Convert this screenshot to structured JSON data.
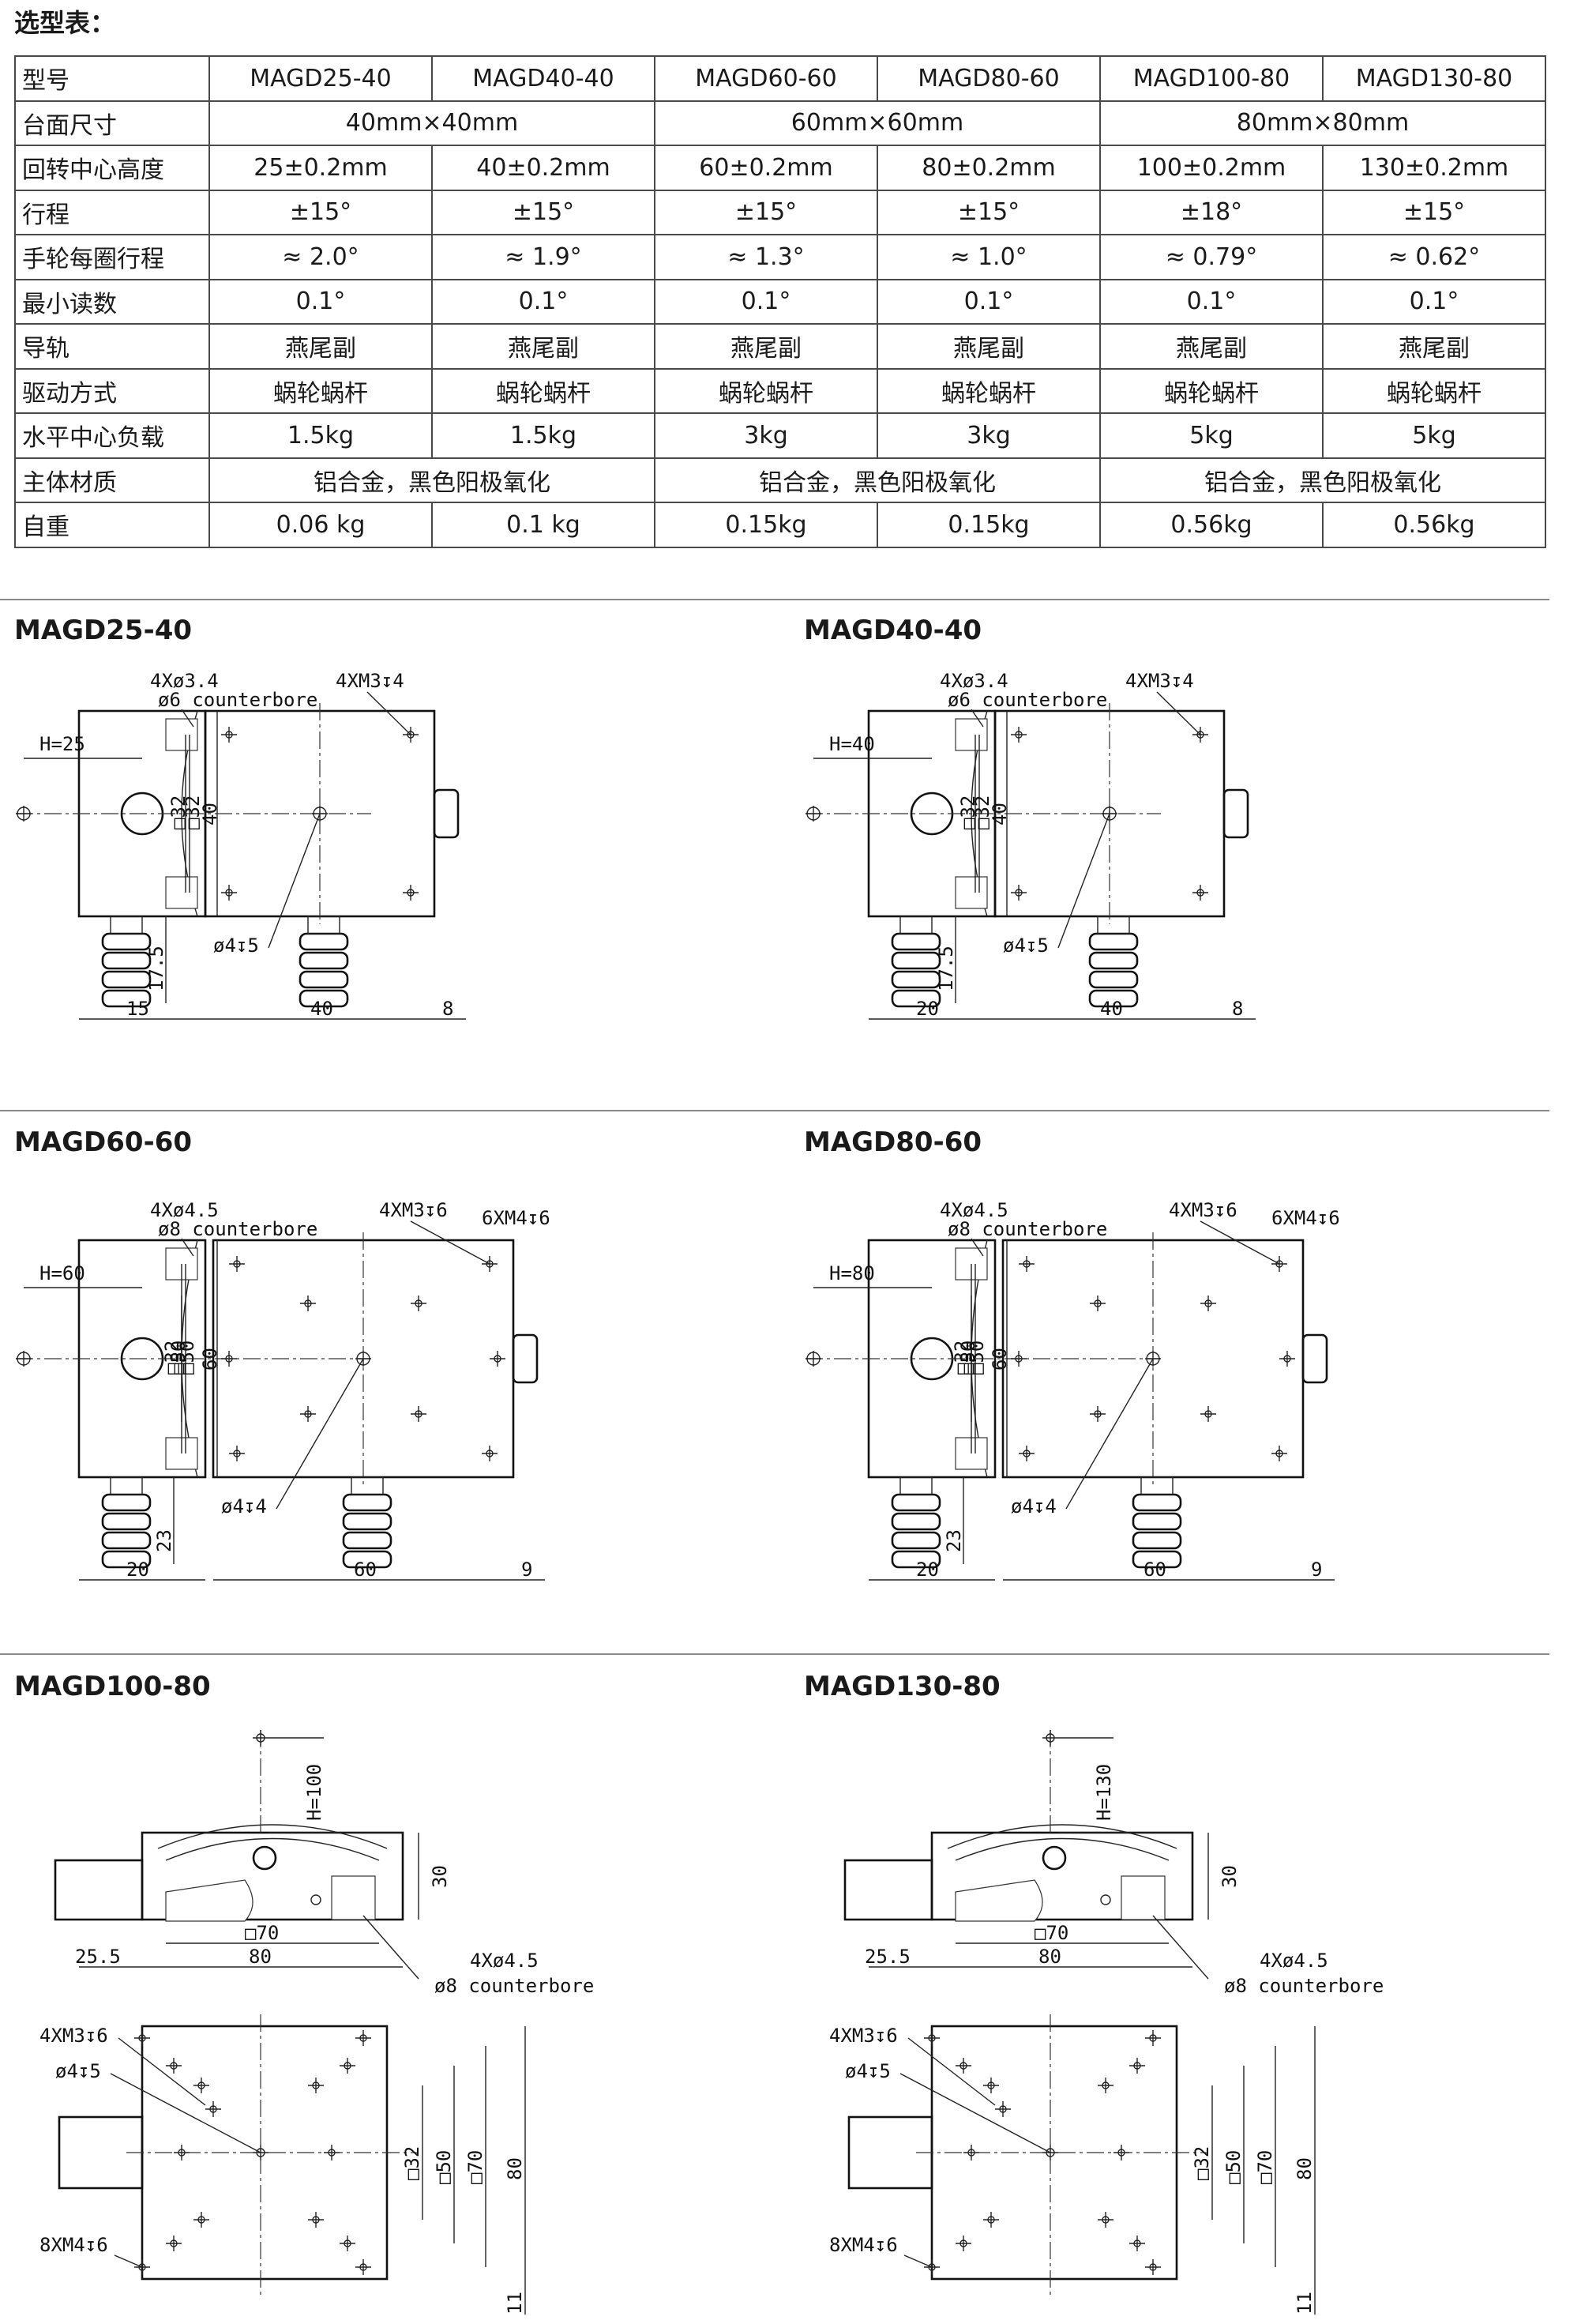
{
  "title": "选型表：",
  "spec_table": {
    "headers": [
      "型号",
      "MAGD25-40",
      "MAGD40-40",
      "MAGD60-60",
      "MAGD80-60",
      "MAGD100-80",
      "MAGD130-80"
    ],
    "rows": [
      {
        "label": "台面尺寸",
        "cells": [
          {
            "text": "40mm×40mm",
            "span": 2
          },
          {
            "text": "60mm×60mm",
            "span": 2
          },
          {
            "text": "80mm×80mm",
            "span": 2
          }
        ]
      },
      {
        "label": "回转中心高度",
        "cells": [
          {
            "text": "25±0.2mm",
            "span": 1
          },
          {
            "text": "40±0.2mm",
            "span": 1
          },
          {
            "text": "60±0.2mm",
            "span": 1
          },
          {
            "text": "80±0.2mm",
            "span": 1
          },
          {
            "text": "100±0.2mm",
            "span": 1
          },
          {
            "text": "130±0.2mm",
            "span": 1
          }
        ]
      },
      {
        "label": "行程",
        "cells": [
          {
            "text": "±15°",
            "span": 1
          },
          {
            "text": "±15°",
            "span": 1
          },
          {
            "text": "±15°",
            "span": 1
          },
          {
            "text": "±15°",
            "span": 1
          },
          {
            "text": "±18°",
            "span": 1
          },
          {
            "text": "±15°",
            "span": 1
          }
        ]
      },
      {
        "label": "手轮每圈行程",
        "cells": [
          {
            "text": "≈ 2.0°",
            "span": 1
          },
          {
            "text": "≈ 1.9°",
            "span": 1
          },
          {
            "text": "≈ 1.3°",
            "span": 1
          },
          {
            "text": "≈ 1.0°",
            "span": 1
          },
          {
            "text": "≈ 0.79°",
            "span": 1
          },
          {
            "text": "≈ 0.62°",
            "span": 1
          }
        ]
      },
      {
        "label": "最小读数",
        "cells": [
          {
            "text": "0.1°",
            "span": 1
          },
          {
            "text": "0.1°",
            "span": 1
          },
          {
            "text": "0.1°",
            "span": 1
          },
          {
            "text": "0.1°",
            "span": 1
          },
          {
            "text": "0.1°",
            "span": 1
          },
          {
            "text": "0.1°",
            "span": 1
          }
        ]
      },
      {
        "label": "导轨",
        "cells": [
          {
            "text": "燕尾副",
            "span": 1
          },
          {
            "text": "燕尾副",
            "span": 1
          },
          {
            "text": "燕尾副",
            "span": 1
          },
          {
            "text": "燕尾副",
            "span": 1
          },
          {
            "text": "燕尾副",
            "span": 1
          },
          {
            "text": "燕尾副",
            "span": 1
          }
        ]
      },
      {
        "label": "驱动方式",
        "cells": [
          {
            "text": "蜗轮蜗杆",
            "span": 1
          },
          {
            "text": "蜗轮蜗杆",
            "span": 1
          },
          {
            "text": "蜗轮蜗杆",
            "span": 1
          },
          {
            "text": "蜗轮蜗杆",
            "span": 1
          },
          {
            "text": "蜗轮蜗杆",
            "span": 1
          },
          {
            "text": "蜗轮蜗杆",
            "span": 1
          }
        ]
      },
      {
        "label": "水平中心负载",
        "cells": [
          {
            "text": "1.5kg",
            "span": 1
          },
          {
            "text": "1.5kg",
            "span": 1
          },
          {
            "text": "3kg",
            "span": 1
          },
          {
            "text": "3kg",
            "span": 1
          },
          {
            "text": "5kg",
            "span": 1
          },
          {
            "text": "5kg",
            "span": 1
          }
        ]
      },
      {
        "label": "主体材质",
        "cells": [
          {
            "text": "铝合金，黑色阳极氧化",
            "span": 2
          },
          {
            "text": "铝合金，黑色阳极氧化",
            "span": 2
          },
          {
            "text": "铝合金，黑色阳极氧化",
            "span": 2
          }
        ]
      },
      {
        "label": "自重",
        "cells": [
          {
            "text": "0.06 kg",
            "span": 1
          },
          {
            "text": "0.1 kg",
            "span": 1
          },
          {
            "text": "0.15kg",
            "span": 1
          },
          {
            "text": "0.15kg",
            "span": 1
          },
          {
            "text": "0.56kg",
            "span": 1
          },
          {
            "text": "0.56kg",
            "span": 1
          }
        ]
      }
    ]
  },
  "drawings": [
    {
      "model": "MAGD25-40",
      "labels": {
        "holes": "4Xø3.4",
        "counterbore": "ø6 counterbore",
        "thread": "4XM3↧4",
        "H": "H=25",
        "sq_left": "□32",
        "h": "40",
        "sq_right": "□32",
        "pin": "ø4↧5",
        "low": "17.5",
        "w_left": "15",
        "w_mid": "40",
        "w_right": "8"
      }
    },
    {
      "model": "MAGD40-40",
      "labels": {
        "holes": "4Xø3.4",
        "counterbore": "ø6 counterbore",
        "thread": "4XM3↧4",
        "H": "H=40",
        "sq_left": "□32",
        "h": "40",
        "sq_right": "□32",
        "pin": "ø4↧5",
        "low": "17.5",
        "w_left": "20",
        "w_mid": "40",
        "w_right": "8"
      }
    },
    {
      "model": "MAGD60-60",
      "labels": {
        "holes": "4Xø4.5",
        "counterbore": "ø8 counterbore",
        "thread": "4XM3↧6",
        "thread2": "6XM4↧6",
        "H": "H=60",
        "sq_left": "□50",
        "h": "60",
        "sq_right": "□50",
        "sq_inner": "□32",
        "pin": "ø4↧4",
        "low": "23",
        "w_left": "20",
        "w_mid": "60",
        "w_right": "9"
      }
    },
    {
      "model": "MAGD80-60",
      "labels": {
        "holes": "4Xø4.5",
        "counterbore": "ø8 counterbore",
        "thread": "4XM3↧6",
        "thread2": "6XM4↧6",
        "H": "H=80",
        "sq_left": "□50",
        "h": "60",
        "sq_right": "□50",
        "sq_inner": "□32",
        "pin": "ø4↧4",
        "low": "23",
        "w_left": "20",
        "w_mid": "60",
        "w_right": "9"
      }
    },
    {
      "model": "MAGD100-80",
      "labels": {
        "H": "H=100",
        "h30": "30",
        "sq70": "□70",
        "w80": "80",
        "w25": "25.5",
        "holes": "4Xø4.5",
        "counterbore": "ø8 counterbore",
        "thread": "4XM3↧6",
        "pin": "ø4↧5",
        "thread2": "8XM4↧6",
        "sq32": "□32",
        "sq50": "□50",
        "sq70b": "□70",
        "h80": "80",
        "low11": "11"
      }
    },
    {
      "model": "MAGD130-80",
      "labels": {
        "H": "H=130",
        "h30": "30",
        "sq70": "□70",
        "w80": "80",
        "w25": "25.5",
        "holes": "4Xø4.5",
        "counterbore": "ø8 counterbore",
        "thread": "4XM3↧6",
        "pin": "ø4↧5",
        "thread2": "8XM4↧6",
        "sq32": "□32",
        "sq50": "□50",
        "sq70b": "□70",
        "h80": "80",
        "low11": "11"
      }
    }
  ]
}
